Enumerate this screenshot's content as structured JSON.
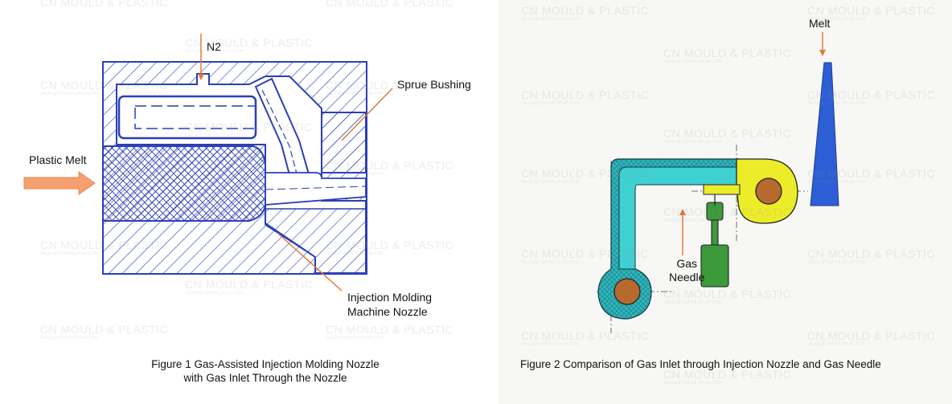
{
  "figure1": {
    "labels": {
      "n2": "N2",
      "sprue_bushing": "Sprue Bushing",
      "plastic_melt": "Plastic Melt",
      "nozzle_line1": "Injection Molding",
      "nozzle_line2": "Machine Nozzle"
    },
    "caption_line1": "Figure 1   Gas-Assisted Injection Molding Nozzle",
    "caption_line2": "with Gas Inlet Through the Nozzle"
  },
  "figure2": {
    "labels": {
      "melt": "Melt",
      "gas": "Gas",
      "needle": "Needle"
    },
    "caption": "Figure 2   Comparison of Gas Inlet through Injection Nozzle and Gas Needle"
  },
  "watermark": {
    "text": "CN MOULD & PLASTIC",
    "subtext": "SALES@CNMOULDPLAS.COM"
  },
  "colors": {
    "drawing_blue": "#2a3fb8",
    "arrow_orange": "#f4a070",
    "label_arrow": "#e07a3a",
    "melt_blue": "#2c5fd6",
    "teal": "#2fb8bf",
    "yellow": "#ecec2a",
    "green": "#3c9a3a",
    "brown": "#b66a2e"
  }
}
